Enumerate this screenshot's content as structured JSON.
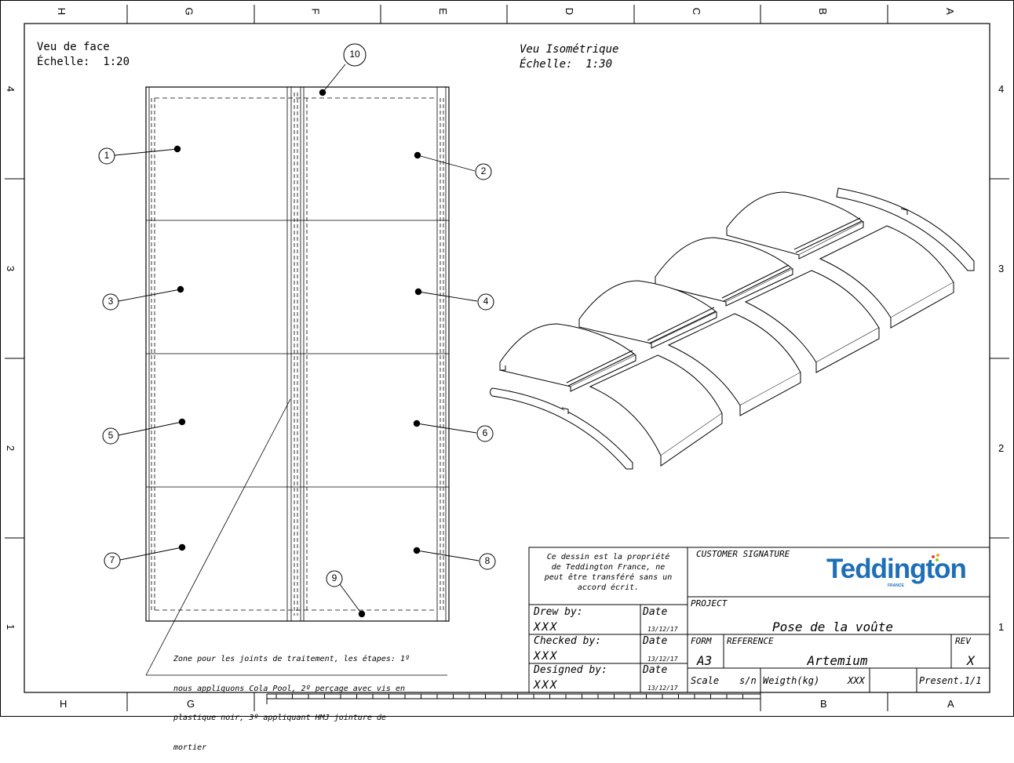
{
  "frame": {
    "columns_top": [
      "H",
      "G",
      "F",
      "E",
      "D",
      "C",
      "B",
      "A"
    ],
    "columns_bottom": [
      "H",
      "G",
      "B",
      "A"
    ],
    "rows": [
      "4",
      "3",
      "2",
      "1"
    ]
  },
  "front_view": {
    "title": "Veu de face",
    "scale": "Échelle:  1:20"
  },
  "iso_view": {
    "title": "Veu Isométrique",
    "scale": "Échelle:  1:30"
  },
  "balloons": [
    "1",
    "2",
    "3",
    "4",
    "5",
    "6",
    "7",
    "8",
    "9",
    "10"
  ],
  "joint_note": {
    "lines": [
      "Zone pour les joints de traitement, les étapes: 1º",
      "nous appliquons Cola Pool, 2º perçage avec vis en",
      "plastique noir, 3º appliquant HMJ jointure de",
      "mortier"
    ]
  },
  "title_block": {
    "property_lines": [
      "Ce dessin est la propriété",
      "de Teddington France, ne",
      "peut être transféré sans un",
      "accord écrit."
    ],
    "customer_signature_label": "CUSTOMER SIGNATURE",
    "logo_text": "Teddington",
    "logo_subtext": "FRANCE",
    "project_label": "PROJECT",
    "project_value": "Pose de la voûte",
    "drew_by_label": "Drew by:",
    "drew_by_value": "XXX",
    "checked_by_label": "Checked by:",
    "checked_by_value": "XXX",
    "designed_by_label": "Designed by:",
    "designed_by_value": "XXX",
    "date_label": "Date",
    "date_values": [
      "13/12/17",
      "13/12/17",
      "13/12/17"
    ],
    "form_label": "FORM",
    "form_value": "A3",
    "reference_label": "REFERENCE",
    "reference_value": "Artemium",
    "rev_label": "REV",
    "rev_value": "X",
    "scale_label": "Scale",
    "scale_value": "s/n",
    "weight_label": "Weigth(kg)",
    "weight_value": "XXX",
    "present_label": "Present.1/1"
  },
  "colors": {
    "ink": "#000000",
    "logo_blue": "#1f6fb8",
    "logo_dots": [
      "#e8452c",
      "#f4a21f",
      "#8cc63f",
      "#1f6fb8"
    ]
  }
}
